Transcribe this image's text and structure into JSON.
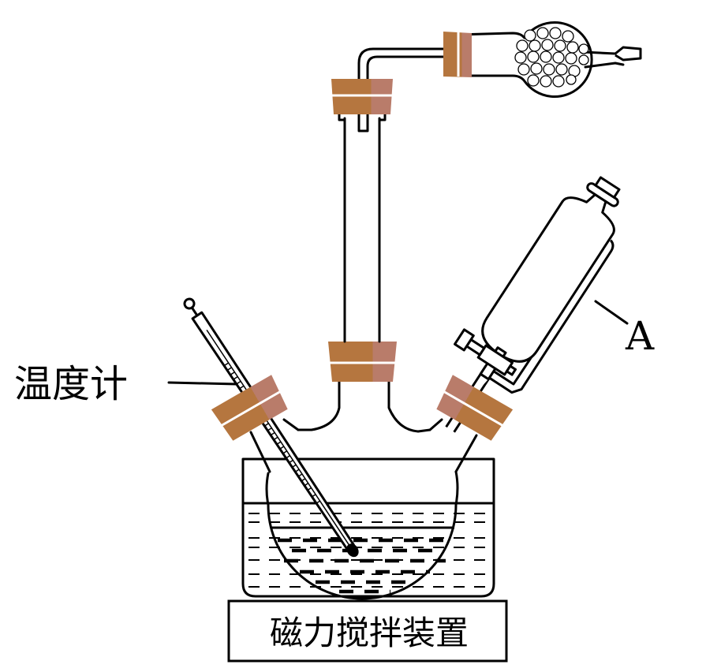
{
  "labels": {
    "thermometer": "温度计",
    "funnel": "A",
    "stirrer": "磁力搅拌装置"
  },
  "colors": {
    "stopper": "#B5763F",
    "stopper_highlight": "#B97C6A",
    "line": "#000000"
  }
}
